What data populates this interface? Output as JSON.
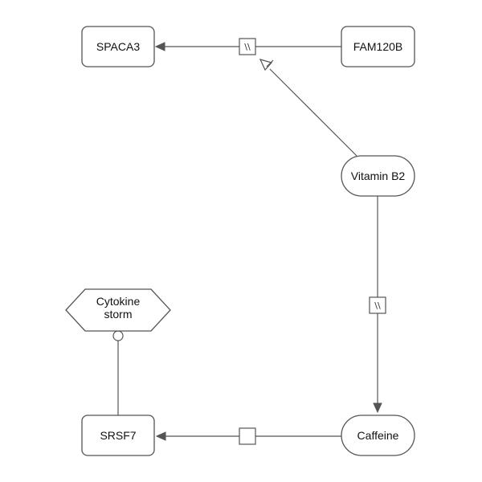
{
  "nodes": {
    "spaca3": {
      "label": "SPACA3",
      "shape": "rounded-rectangle",
      "class": "macromolecule"
    },
    "fam120b": {
      "label": "FAM120B",
      "shape": "rounded-rectangle",
      "class": "macromolecule"
    },
    "vitamin_b2": {
      "label": "Vitamin B2",
      "shape": "stadium",
      "class": "simple-chemical"
    },
    "cytokine_storm": {
      "label_line1": "Cytokine",
      "label_line2": "storm",
      "shape": "hexagon",
      "class": "phenotype"
    },
    "srsf7": {
      "label": "SRSF7",
      "shape": "rounded-rectangle",
      "class": "macromolecule"
    },
    "caffeine": {
      "label": "Caffeine",
      "shape": "stadium",
      "class": "simple-chemical"
    }
  },
  "processes": {
    "fam120b_to_spaca3": {
      "mark": "\\\\",
      "type": "omitted-process"
    },
    "vitamin_b2_to_caffeine": {
      "mark": "\\\\",
      "type": "omitted-process"
    },
    "caffeine_to_srsf7": {
      "mark": "",
      "type": "process"
    }
  },
  "edges": [
    {
      "from": "FAM120B",
      "to": "SPACA3",
      "type": "production",
      "arrow": "filled-triangle"
    },
    {
      "from": "Vitamin B2",
      "to": "FAM120B→SPACA3 process",
      "type": "stimulation",
      "arrow": "open-triangle"
    },
    {
      "from": "Vitamin B2",
      "to": "Caffeine",
      "type": "production",
      "arrow": "filled-triangle"
    },
    {
      "from": "Caffeine",
      "to": "SRSF7",
      "type": "production",
      "arrow": "filled-triangle"
    },
    {
      "from": "SRSF7",
      "to": "Cytokine storm",
      "type": "modulation",
      "arrow": "open-circle"
    }
  ],
  "colors": {
    "stroke": "#555555",
    "fill": "#ffffff",
    "text": "#111111"
  }
}
